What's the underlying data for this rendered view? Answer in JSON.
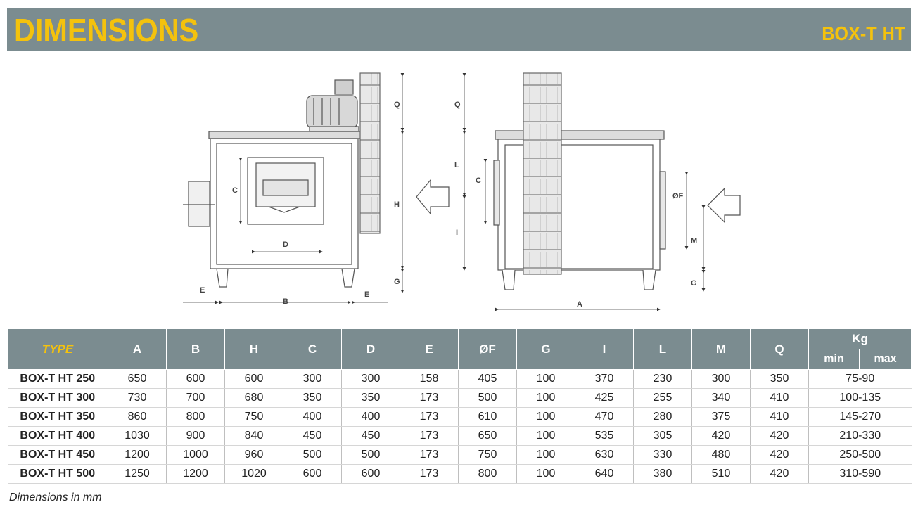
{
  "header": {
    "title": "DIMENSIONS",
    "model": "BOX-T HT",
    "colors": {
      "band": "#7b8c90",
      "accent": "#f4c20d"
    }
  },
  "drawing": {
    "labels": {
      "E_left": "E",
      "B": "B",
      "E_right": "E",
      "C_side": "C",
      "D": "D",
      "Q_side": "Q",
      "H": "H",
      "G_side": "G",
      "Q_front": "Q",
      "L": "L",
      "C_front": "C",
      "I": "I",
      "F": "ØF",
      "M": "M",
      "G_front": "G",
      "A": "A"
    }
  },
  "table": {
    "headers": {
      "type": "TYPE",
      "cols": [
        "A",
        "B",
        "H",
        "C",
        "D",
        "E",
        "ØF",
        "G",
        "I",
        "L",
        "M",
        "Q"
      ],
      "kg": "Kg",
      "kg_min": "min",
      "kg_max": "max"
    },
    "rows": [
      {
        "type": "BOX-T HT 250",
        "values": [
          "650",
          "600",
          "600",
          "300",
          "300",
          "158",
          "405",
          "100",
          "370",
          "230",
          "300",
          "350"
        ],
        "kg": "75-90"
      },
      {
        "type": "BOX-T HT 300",
        "values": [
          "730",
          "700",
          "680",
          "350",
          "350",
          "173",
          "500",
          "100",
          "425",
          "255",
          "340",
          "410"
        ],
        "kg": "100-135"
      },
      {
        "type": "BOX-T HT 350",
        "values": [
          "860",
          "800",
          "750",
          "400",
          "400",
          "173",
          "610",
          "100",
          "470",
          "280",
          "375",
          "410"
        ],
        "kg": "145-270"
      },
      {
        "type": "BOX-T HT 400",
        "values": [
          "1030",
          "900",
          "840",
          "450",
          "450",
          "173",
          "650",
          "100",
          "535",
          "305",
          "420",
          "420"
        ],
        "kg": "210-330"
      },
      {
        "type": "BOX-T HT 450",
        "values": [
          "1200",
          "1000",
          "960",
          "500",
          "500",
          "173",
          "750",
          "100",
          "630",
          "330",
          "480",
          "420"
        ],
        "kg": "250-500"
      },
      {
        "type": "BOX-T HT 500",
        "values": [
          "1250",
          "1200",
          "1020",
          "600",
          "600",
          "173",
          "800",
          "100",
          "640",
          "380",
          "510",
          "420"
        ],
        "kg": "310-590"
      }
    ],
    "note": "Dimensions in mm"
  }
}
